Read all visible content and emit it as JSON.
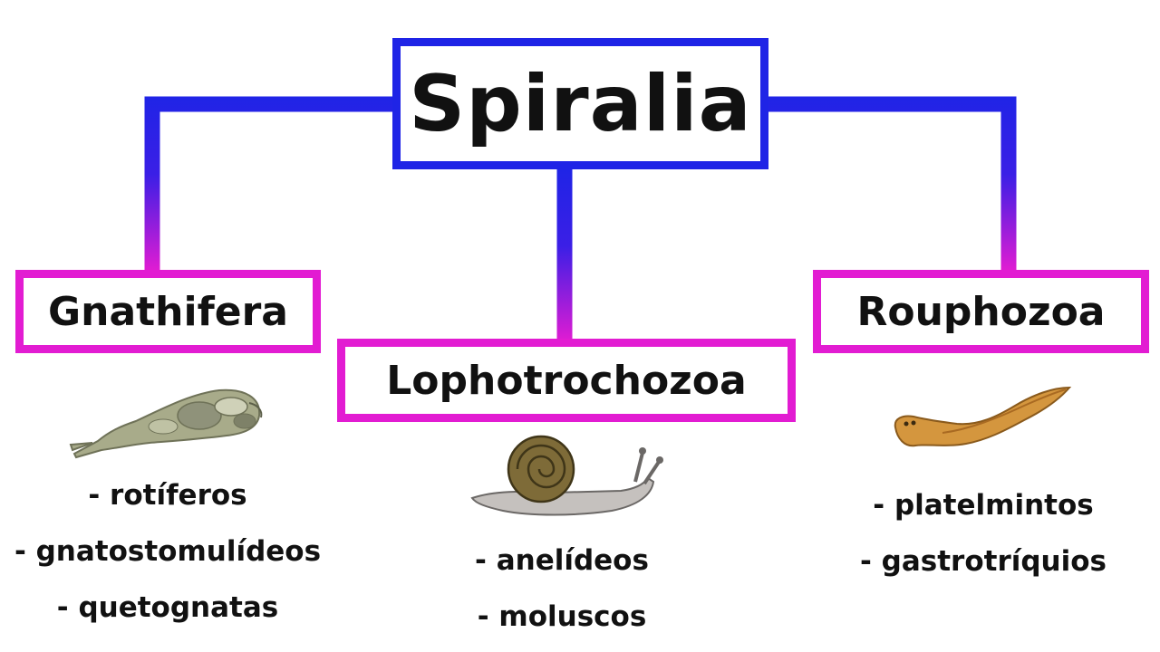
{
  "root": {
    "label": "Spiralia",
    "color": "#1f24e6"
  },
  "connector_gradient": {
    "top": "#1f24e6",
    "bottom": "#e21cd2"
  },
  "branches": [
    {
      "id": "gnathifera",
      "label": "Gnathifera",
      "color": "#e21cd2",
      "illustration": "rotifer",
      "items": [
        "- rotíferos",
        "- gnatostomulídeos",
        "- quetognatas"
      ]
    },
    {
      "id": "lophotrochozoa",
      "label": "Lophotrochozoa",
      "color": "#e21cd2",
      "illustration": "snail",
      "items": [
        "- anelídeos",
        "- moluscos"
      ]
    },
    {
      "id": "rouphozoa",
      "label": "Rouphozoa",
      "color": "#e21cd2",
      "illustration": "flatworm",
      "items": [
        "- platelmintos",
        "- gastrotríquios"
      ]
    }
  ]
}
